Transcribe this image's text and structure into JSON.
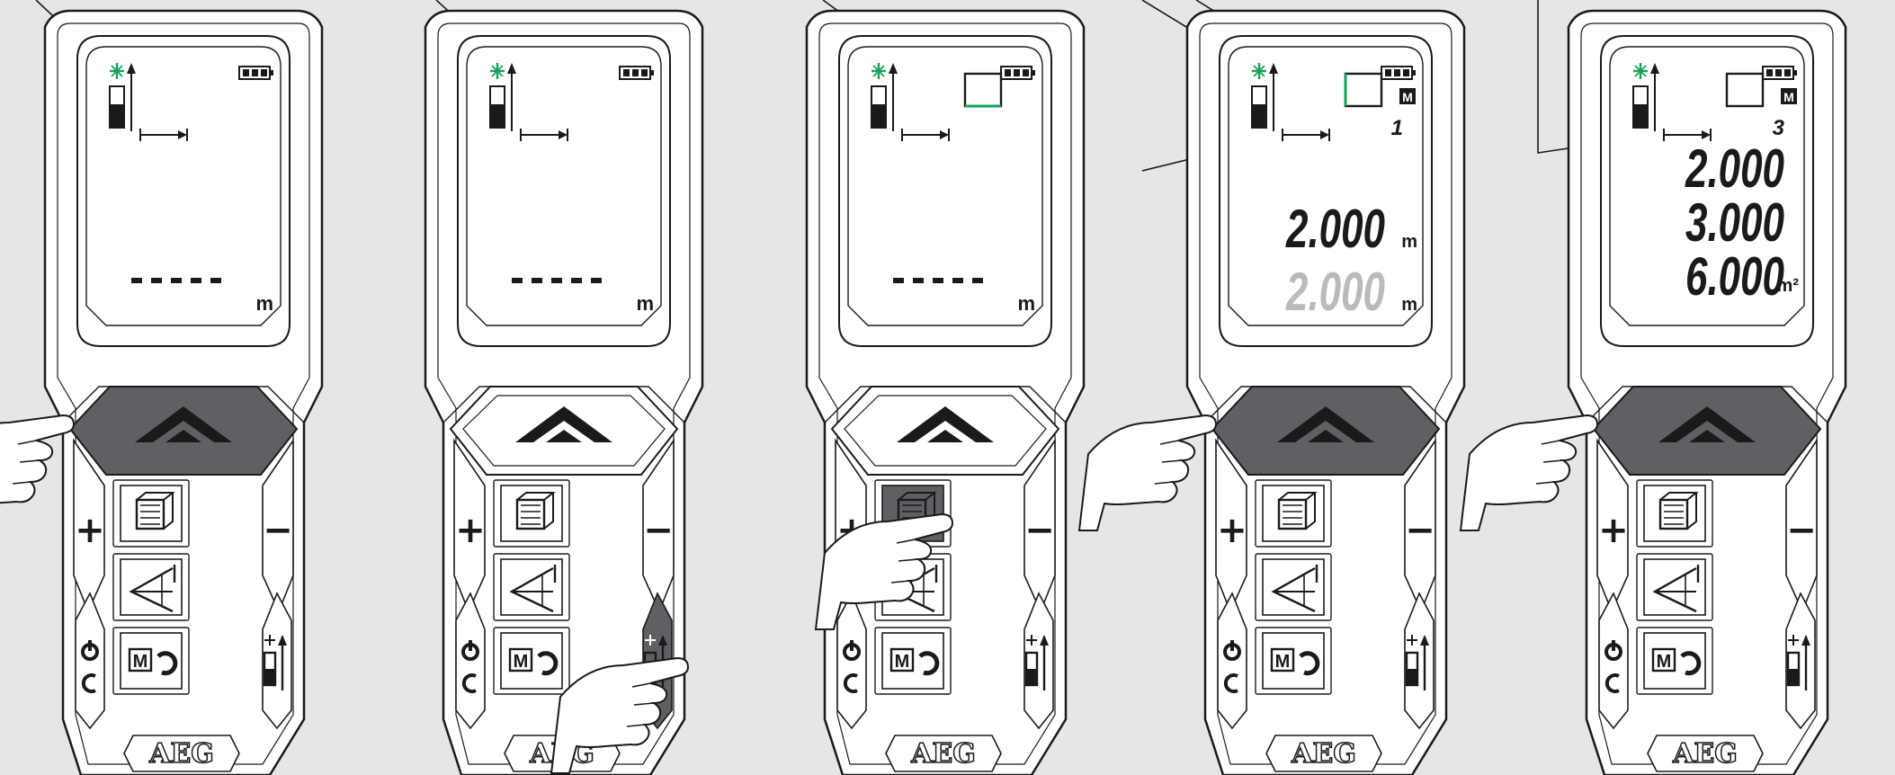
{
  "brand": "AEG",
  "colors": {
    "background": "#e5e6e8",
    "body": "#ffffff",
    "outline": "#1a1a1a",
    "pressed": "#5f6063",
    "laser": "#1aa05a",
    "ghost_reading": "#b9babc"
  },
  "buttons": {
    "plus": "+",
    "minus": "−",
    "memory": "M"
  },
  "devices": [
    {
      "step": 1,
      "pressed": "measure",
      "square": false,
      "square_green": false,
      "memory_badge": false,
      "counter": "",
      "dashes": true,
      "readings": [],
      "display_unit": "m"
    },
    {
      "step": 2,
      "pressed": "reference",
      "square": false,
      "square_green": false,
      "memory_badge": false,
      "counter": "",
      "dashes": true,
      "readings": [],
      "display_unit": "m"
    },
    {
      "step": 3,
      "pressed": "area",
      "square": true,
      "square_green": "bottom",
      "memory_badge": false,
      "counter": "",
      "dashes": true,
      "readings": [],
      "display_unit": "m"
    },
    {
      "step": 4,
      "pressed": "measure",
      "square": true,
      "square_green": "left",
      "memory_badge": true,
      "counter": "1",
      "dashes": false,
      "readings": [
        {
          "value": "2.000",
          "unit": "m",
          "ghost": false
        },
        {
          "value": "2.000",
          "unit": "m",
          "ghost": true
        }
      ],
      "display_unit": ""
    },
    {
      "step": 5,
      "pressed": "measure",
      "square": true,
      "square_green": "none",
      "memory_badge": true,
      "counter": "3",
      "dashes": false,
      "readings": [
        {
          "value": "2.000",
          "unit": "",
          "ghost": false
        },
        {
          "value": "3.000",
          "unit": "",
          "ghost": false
        },
        {
          "value": "6.000",
          "unit": "m²",
          "ghost": false
        }
      ],
      "display_unit": ""
    }
  ]
}
